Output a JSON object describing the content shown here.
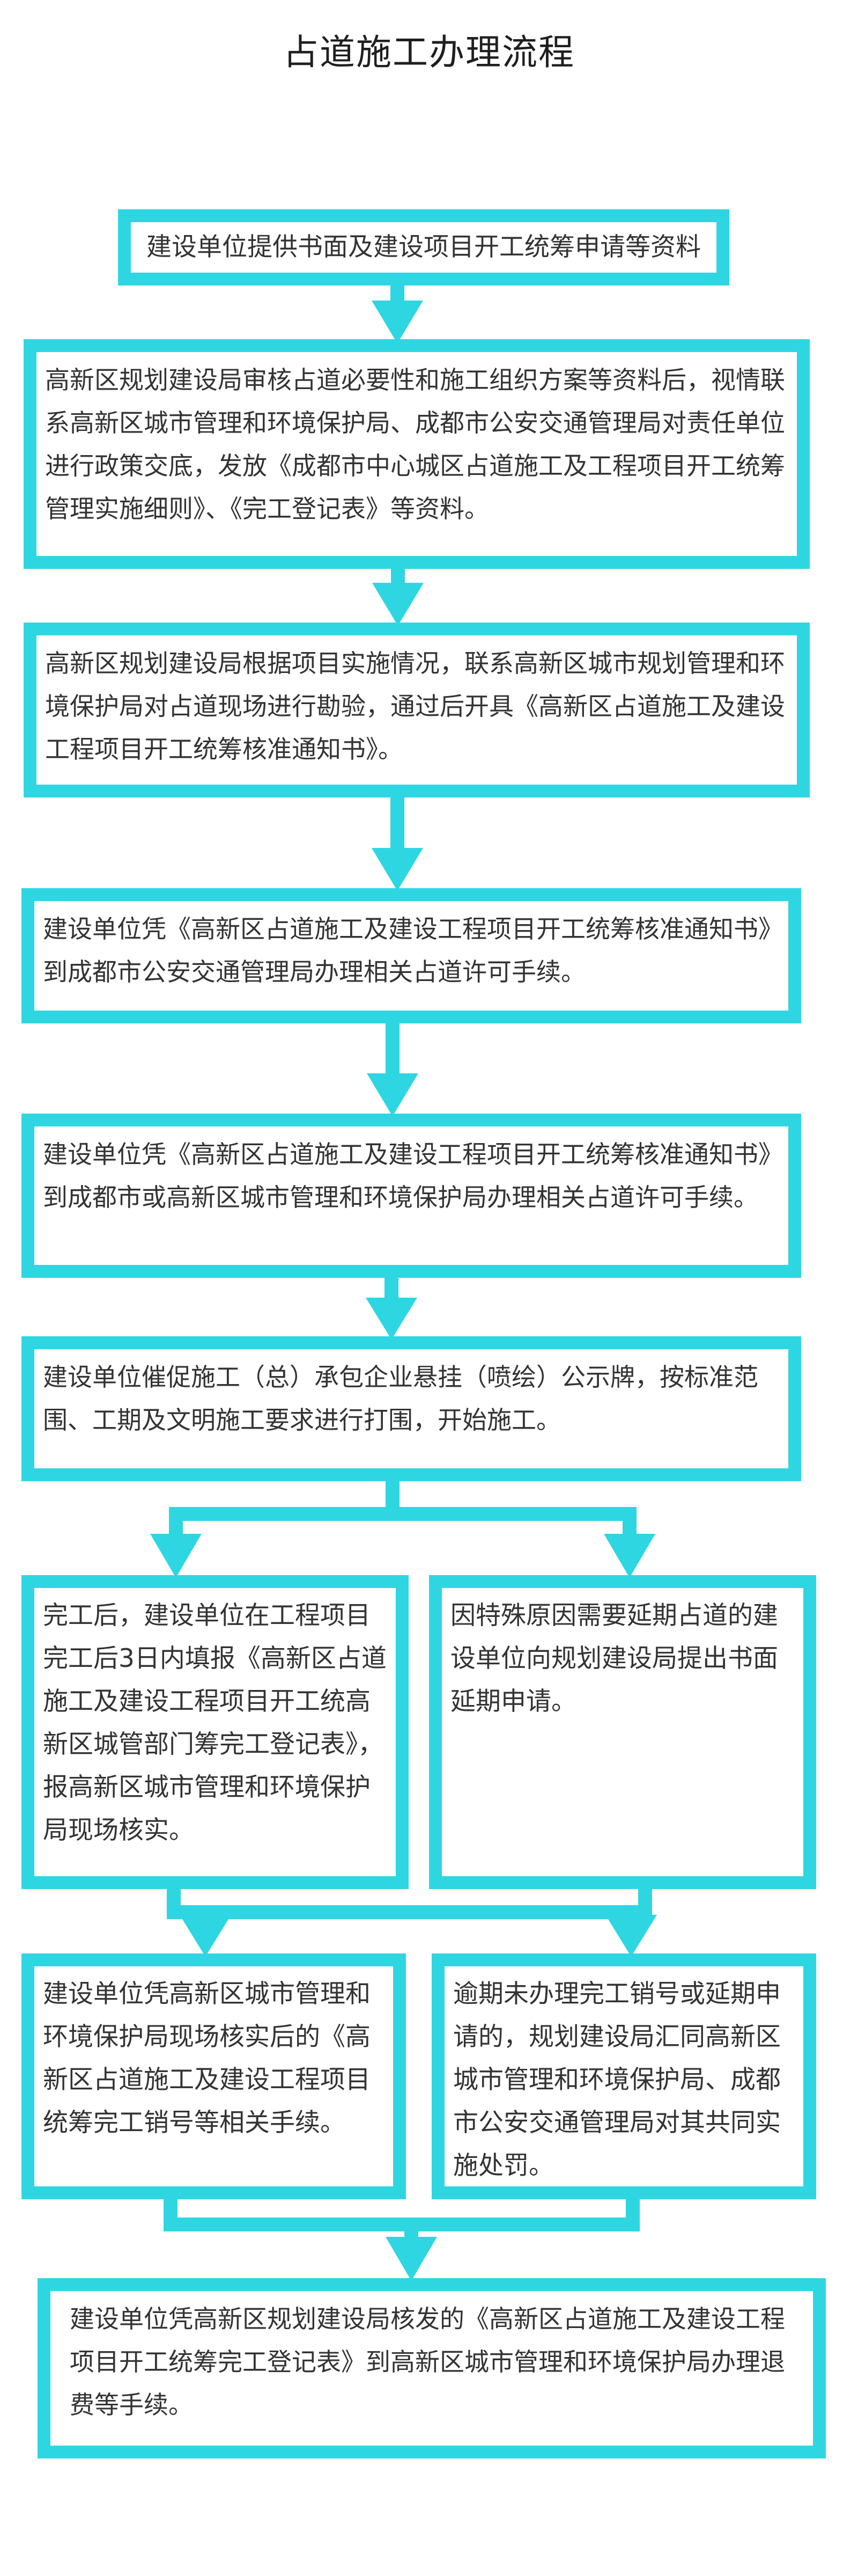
{
  "title": "占道施工办理流程",
  "colors": {
    "accent": "#2ed6e2",
    "text": "#333333"
  },
  "steps": {
    "s1": "建设单位提供书面及建设项目开工统筹申请等资料",
    "s2": "高新区规划建设局审核占道必要性和施工组织方案等资料后，视情联系高新区城市管理和环境保护局、成都市公安交通管理局对责任单位进行政策交底，发放《成都市中心城区占道施工及工程项目开工统筹管理实施细则》、《完工登记表》等资料。",
    "s3": "高新区规划建设局根据项目实施情况，联系高新区城市规划管理和环境保护局对占道现场进行勘验，通过后开具《高新区占道施工及建设工程项目开工统筹核准通知书》。",
    "s4": "建设单位凭《高新区占道施工及建设工程项目开工统筹核准通知书》到成都市公安交通管理局办理相关占道许可手续。",
    "s5": "建设单位凭《高新区占道施工及建设工程项目开工统筹核准通知书》到成都市或高新区城市管理和环境保护局办理相关占道许可手续。",
    "s6": "建设单位催促施工（总）承包企业悬挂（喷绘）公示牌，按标准范围、工期及文明施工要求进行打围，开始施工。",
    "s7a": "完工后，建设单位在工程项目完工后3日内填报《高新区占道施工及建设工程项目开工统高新区城管部门筹完工登记表》，报高新区城市管理和环境保护局现场核实。",
    "s7b": "因特殊原因需要延期占道的建设单位向规划建设局提出书面延期申请。",
    "s8a": "建设单位凭高新区城市管理和环境保护局现场核实后的《高新区占道施工及建设工程项目统筹完工销号等相关手续。",
    "s8b": "逾期未办理完工销号或延期申请的，规划建设局汇同高新区城市管理和环境保护局、成都市公安交通管理局对其共同实施处罚。",
    "s9": "建设单位凭高新区规划建设局核发的《高新区占道施工及建设工程项目开工统筹完工登记表》到高新区城市管理和环境保护局办理退费等手续。"
  }
}
